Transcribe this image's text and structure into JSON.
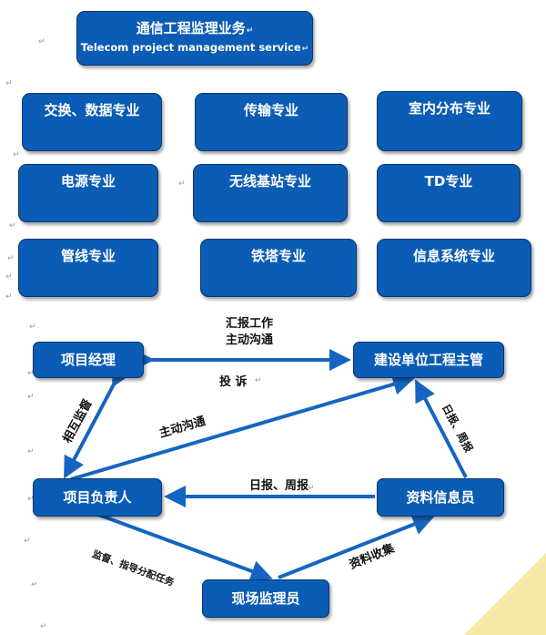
{
  "title": {
    "cn": "通信工程监理业务",
    "en": "Telecom project management service"
  },
  "specialties": [
    "交换、数据专业",
    "传输专业",
    "室内分布专业",
    "电源专业",
    "无线基站专业",
    "TD专业",
    "管线专业",
    "铁塔专业",
    "信息系统专业"
  ],
  "roles": {
    "project_manager": "项目经理",
    "client_supervisor": "建设单位工程主管",
    "project_lead": "项目负责人",
    "info_clerk": "资料信息员",
    "site_supervisor": "现场监理员"
  },
  "links": {
    "report_work": "汇报工作",
    "active_comm_top": "主动沟通",
    "complaint": "投 诉",
    "mutual_supervision": "相互监督",
    "active_comm_diag": "主动沟通",
    "daily_weekly_mid": "日报、周报",
    "daily_weekly_right": "日报、周报",
    "supervise_assign": "监督、指导分配任务",
    "collect_docs": "资料收集"
  },
  "paragraph_mark": "↵",
  "colors": {
    "box_fill": "#0b5cb5",
    "box_border": "#06366e",
    "arrow": "#1565c0",
    "corner": "#f7e9a6"
  }
}
